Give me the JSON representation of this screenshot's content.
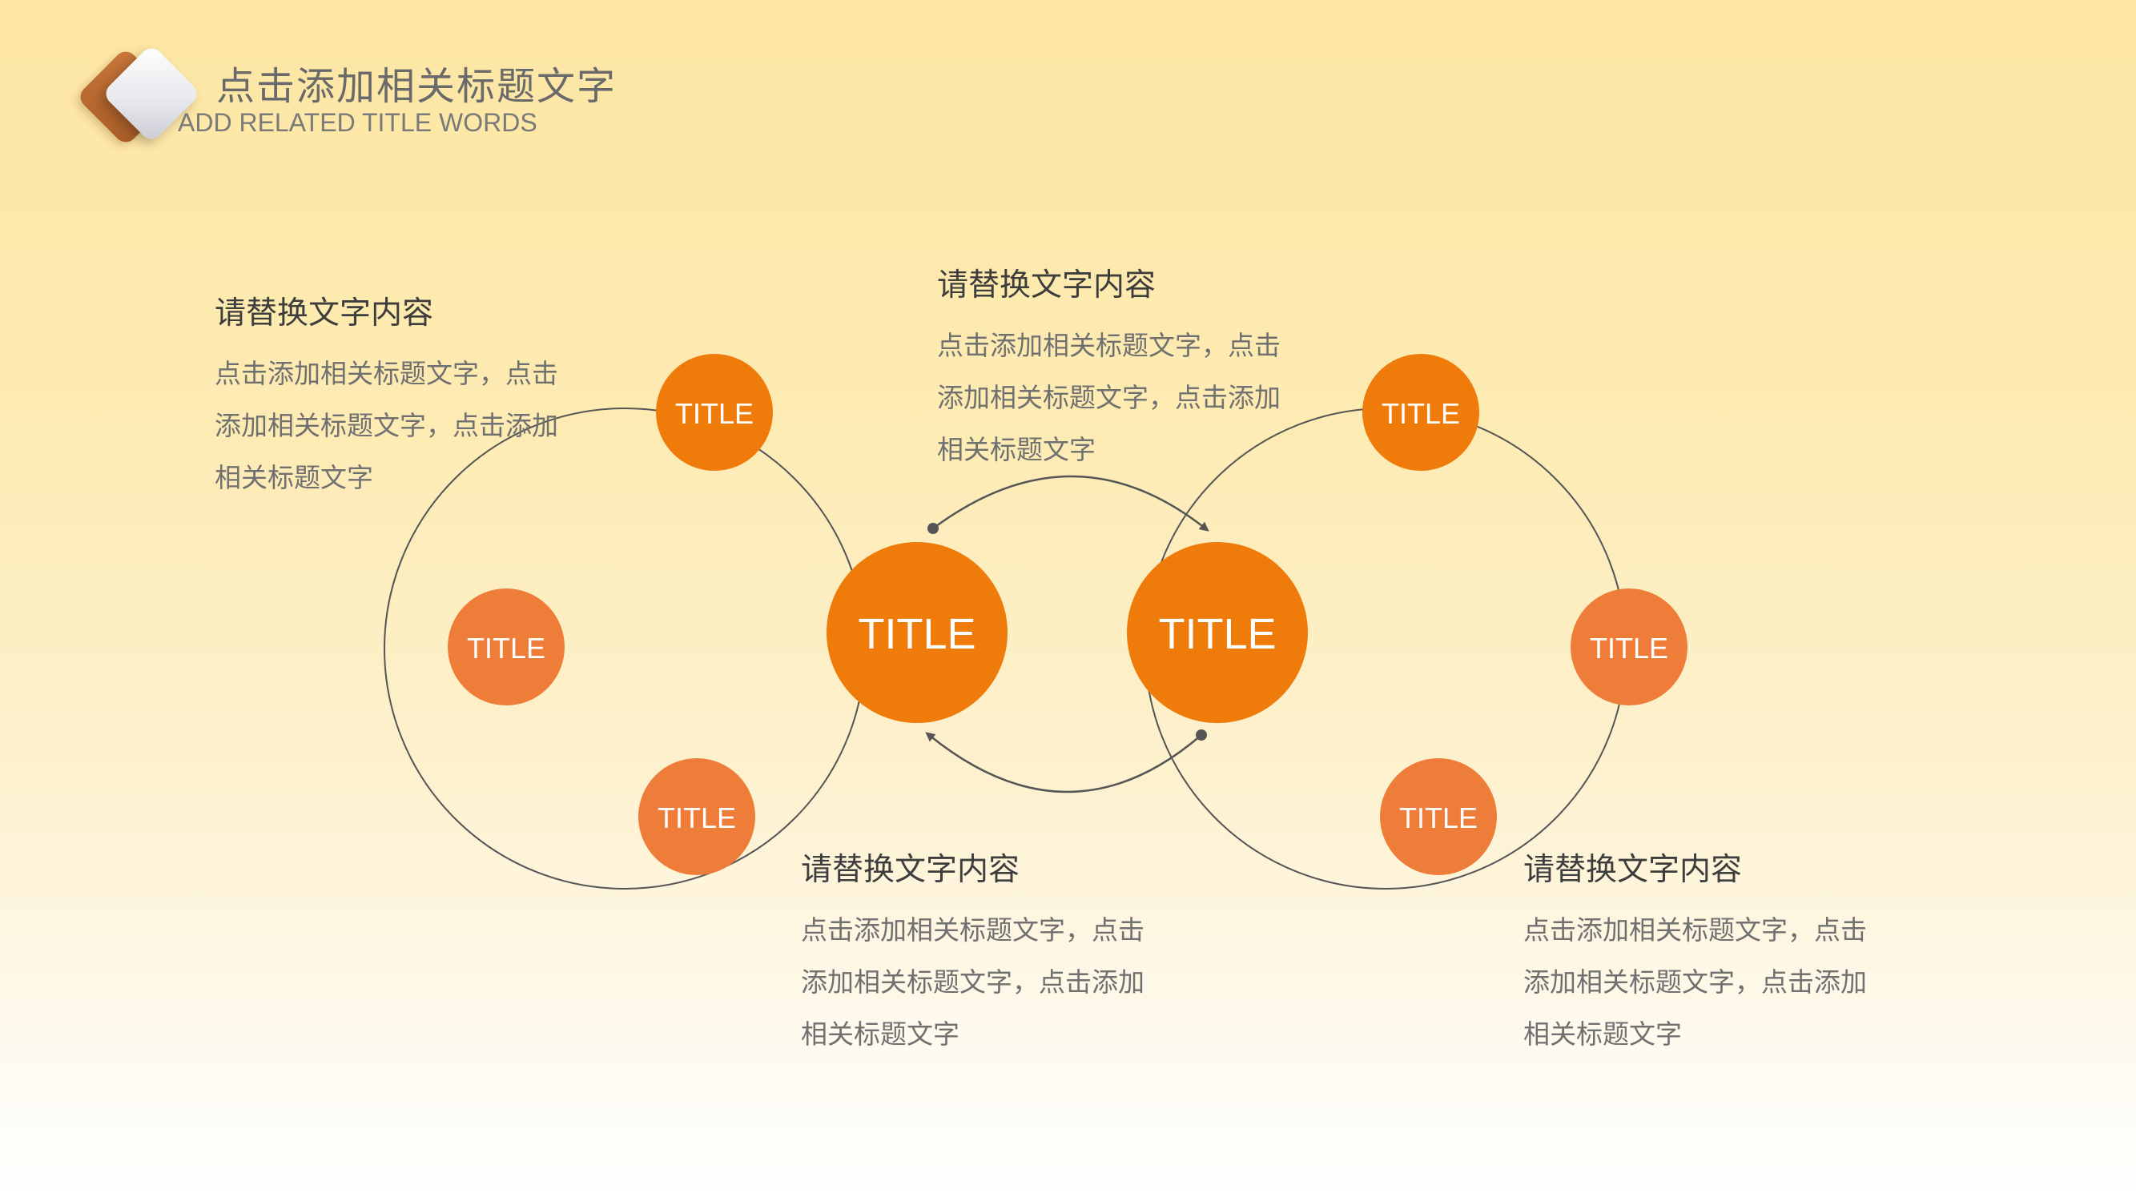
{
  "header": {
    "title": "点击添加相关标题文字",
    "subtitle": "ADD RELATED TITLE WORDS",
    "logo_icon": "diamond-logo-icon"
  },
  "diagram": {
    "center_nodes": [
      {
        "label": "TITLE"
      },
      {
        "label": "TITLE"
      }
    ],
    "left_nodes": [
      {
        "label": "TITLE"
      },
      {
        "label": "TITLE"
      },
      {
        "label": "TITLE"
      }
    ],
    "right_nodes": [
      {
        "label": "TITLE"
      },
      {
        "label": "TITLE"
      },
      {
        "label": "TITLE"
      }
    ]
  },
  "text_blocks": [
    {
      "heading": "请替换文字内容",
      "body": "点击添加相关标题文字，点击添加相关标题文字，点击添加相关标题文字"
    },
    {
      "heading": "请替换文字内容",
      "body": "点击添加相关标题文字，点击添加相关标题文字，点击添加相关标题文字"
    },
    {
      "heading": "请替换文字内容",
      "body": "点击添加相关标题文字，点击添加相关标题文字，点击添加相关标题文字"
    },
    {
      "heading": "请替换文字内容",
      "body": "点击添加相关标题文字，点击添加相关标题文字，点击添加相关标题文字"
    }
  ],
  "colors": {
    "node_dark_orange": "#ef7c0a",
    "node_light_orange": "#ee7d3a",
    "line": "#555555",
    "accent_brown": "#b8692f"
  }
}
